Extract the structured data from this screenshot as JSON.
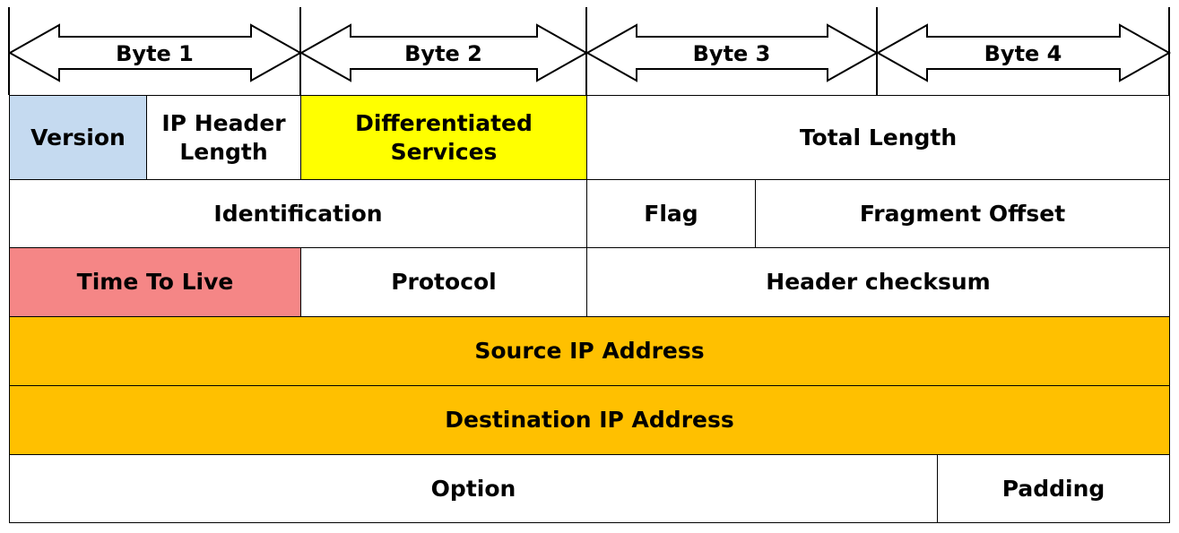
{
  "header": {
    "bytes": [
      "Byte 1",
      "Byte 2",
      "Byte 3",
      "Byte 4"
    ]
  },
  "fields": {
    "version": "Version",
    "ip_header_length_line1": "IP Header",
    "ip_header_length_line2": "Length",
    "differentiated_services": "Differentiated Services",
    "total_length": "Total Length",
    "identification": "Identification",
    "flag": "Flag",
    "fragment_offset": "Fragment Offset",
    "time_to_live": "Time To Live",
    "protocol": "Protocol",
    "header_checksum": "Header checksum",
    "source_ip": "Source IP Address",
    "destination_ip": "Destination IP Address",
    "option": "Option",
    "padding": "Padding"
  },
  "colors": {
    "version": "#c5daf0",
    "differentiated_services": "#ffff00",
    "time_to_live": "#f58686",
    "address": "#ffc000"
  }
}
